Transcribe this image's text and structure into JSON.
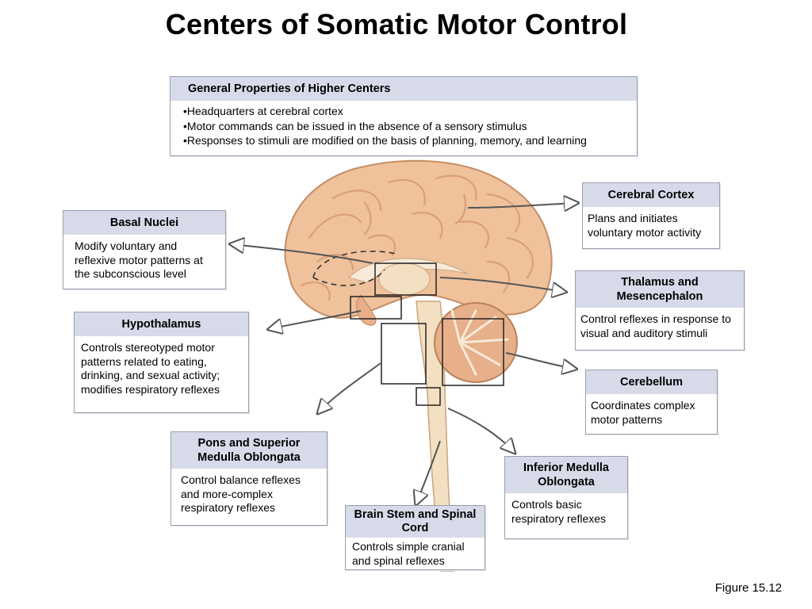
{
  "title": "Centers of Somatic Motor Control",
  "figure_label": "Figure 15.12",
  "general": {
    "heading": "General Properties of Higher Centers",
    "items": [
      "Headquarters at cerebral cortex",
      "Motor commands can be issued in the absence of a sensory stimulus",
      "Responses to stimuli are modified on the basis of planning, memory, and learning"
    ]
  },
  "boxes": {
    "cerebral_cortex": {
      "heading": "Cerebral Cortex",
      "body": "Plans and initiates voluntary motor activity"
    },
    "basal_nuclei": {
      "heading": "Basal Nuclei",
      "body": "Modify voluntary and reflexive motor patterns at the subconscious level"
    },
    "thalamus": {
      "heading": "Thalamus and Mesencephalon",
      "body": "Control reflexes in response to visual and auditory stimuli"
    },
    "hypothalamus": {
      "heading": "Hypothalamus",
      "body": "Controls stereotyped motor patterns related to eating, drinking, and sexual activity; modifies respiratory reflexes"
    },
    "cerebellum": {
      "heading": "Cerebellum",
      "body": "Coordinates complex motor patterns"
    },
    "pons": {
      "heading": "Pons and Superior Medulla Oblongata",
      "body": "Control balance reflexes and more-complex respiratory reflexes"
    },
    "inferior_medulla": {
      "heading": "Inferior Medulla Oblongata",
      "body": "Controls basic respiratory reflexes"
    },
    "brain_stem": {
      "heading": "Brain Stem and Spinal Cord",
      "body": "Controls simple cranial and spinal reflexes"
    }
  },
  "colors": {
    "header_fill": "#d7dbe9",
    "box_border": "#9a9fae",
    "brain_fill": "#efc29c",
    "brain_shade": "#d99f78",
    "cerebellum_fill": "#e7b08a",
    "stem_fill": "#f3dfc2"
  }
}
